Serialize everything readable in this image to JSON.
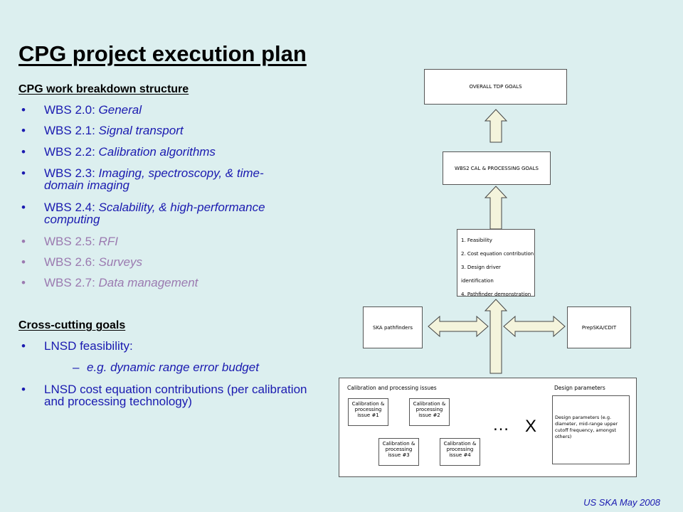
{
  "title": "CPG project execution plan",
  "wbs_heading": "CPG work breakdown structure",
  "wbs_items": [
    {
      "prefix": "WBS 2.0: ",
      "name": "General"
    },
    {
      "prefix": "WBS 2.1: ",
      "name": "Signal transport"
    },
    {
      "prefix": "WBS 2.2: ",
      "name": "Calibration algorithms"
    },
    {
      "prefix": "WBS 2.3: ",
      "name": "Imaging, spectroscopy, & time-domain imaging"
    },
    {
      "prefix": "WBS 2.4: ",
      "name": "Scalability, & high-performance computing"
    },
    {
      "prefix": "WBS 2.5: ",
      "name": "RFI"
    },
    {
      "prefix": "WBS 2.6: ",
      "name": "Surveys"
    },
    {
      "prefix": "WBS 2.7: ",
      "name": "Data management"
    }
  ],
  "cross_heading": "Cross-cutting goals",
  "cross_items": [
    {
      "text": "LNSD feasibility:"
    },
    {
      "text": "LNSD cost equation contributions (per calibration and processing technology)"
    }
  ],
  "cross_sub": "e.g. dynamic range error budget",
  "footer": "US SKA May 2008",
  "diagram": {
    "overall_goals": "OVERALL TDP GOALS",
    "wbs2_goals": "WBS2 CAL & PROCESSING GOALS",
    "steps": [
      "1. Feasibility",
      "2. Cost equation contribution",
      "3. Design driver identification",
      "4. Pathfinder demonstration"
    ],
    "left_box": "SKA pathfinders",
    "right_box": "PrepSKA/CDIT",
    "cal_heading": "Calibration and processing issues",
    "design_heading": "Design parameters",
    "issues": [
      "Calibration & processing issue #1",
      "Calibration & processing issue #2",
      "Calibration & processing issue #3",
      "Calibration & processing issue #4"
    ],
    "ellipsis": "…",
    "cross_mark": "X",
    "design_box": "Design parameters (e.g. diameter, mid-range upper cutoff frequency, amongst others)"
  }
}
